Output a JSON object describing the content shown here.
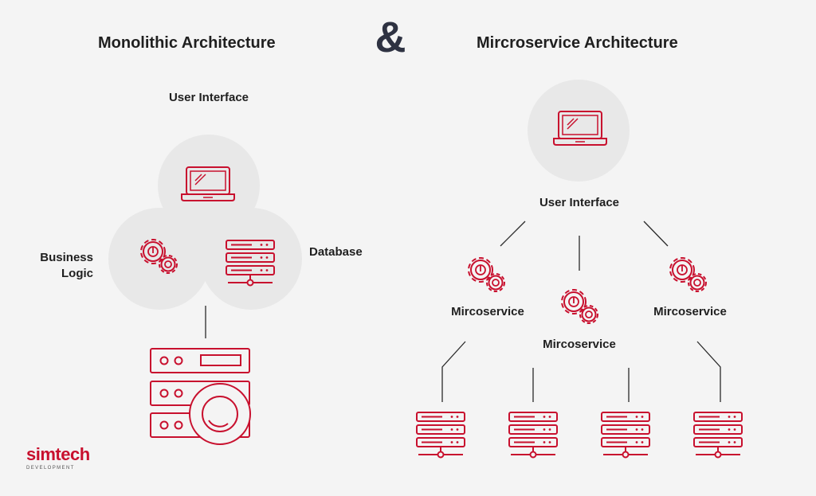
{
  "titles": {
    "monolithic": "Monolithic Architecture",
    "ampersand": "&",
    "microservice": "Mircroservice Architecture"
  },
  "monolith": {
    "user_interface": "User Interface",
    "business_logic_line1": "Business",
    "business_logic_line2": "Logic",
    "database": "Database"
  },
  "micro": {
    "user_interface": "User Interface",
    "services": [
      "Mircoservice",
      "Mircoservice",
      "Mircoservice"
    ]
  },
  "logo": {
    "name": "simtech",
    "sub": "DEVELOPMENT"
  },
  "colors": {
    "accent": "#c8102e",
    "circle": "#e8e8e8",
    "line": "#2a2a2a",
    "background": "#f4f4f4"
  },
  "icons": [
    "laptop-icon",
    "gears-icon",
    "server-rack-icon",
    "server-disk-icon"
  ]
}
